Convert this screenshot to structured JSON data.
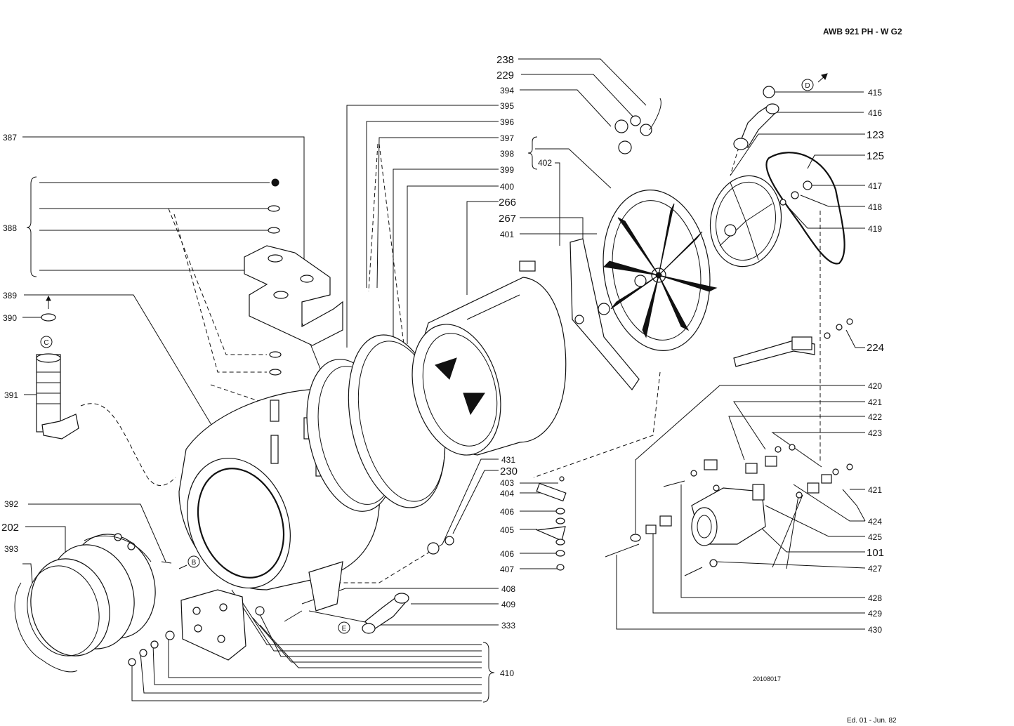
{
  "header": {
    "model": "AWB 921 PH  -  W G2"
  },
  "footer": {
    "code": "20108017",
    "edition": "Ed. 01 - Jun. 82"
  },
  "markers": {
    "c": "C",
    "b": "B",
    "e": "E",
    "d": "D"
  },
  "labels": {
    "l238": "238",
    "l229": "229",
    "l394": "394",
    "l395": "395",
    "l396": "396",
    "l397": "397",
    "l398": "398",
    "l399": "399",
    "l400": "400",
    "l402": "402",
    "l266": "266",
    "l267": "267",
    "l401": "401",
    "l415": "415",
    "l416": "416",
    "l123": "123",
    "l125": "125",
    "l417": "417",
    "l418": "418",
    "l419": "419",
    "l224": "224",
    "l387": "387",
    "l388": "388",
    "l389": "389",
    "l390": "390",
    "l391": "391",
    "l420": "420",
    "l421a": "421",
    "l422": "422",
    "l423": "423",
    "l421b": "421",
    "l424": "424",
    "l425": "425",
    "l101": "101",
    "l427": "427",
    "l428": "428",
    "l429": "429",
    "l430": "430",
    "l431": "431",
    "l230": "230",
    "l403": "403",
    "l404": "404",
    "l406a": "406",
    "l405": "405",
    "l406b": "406",
    "l407": "407",
    "l408": "408",
    "l409": "409",
    "l333": "333",
    "l410": "410",
    "l392": "392",
    "l202": "202",
    "l393": "393"
  }
}
